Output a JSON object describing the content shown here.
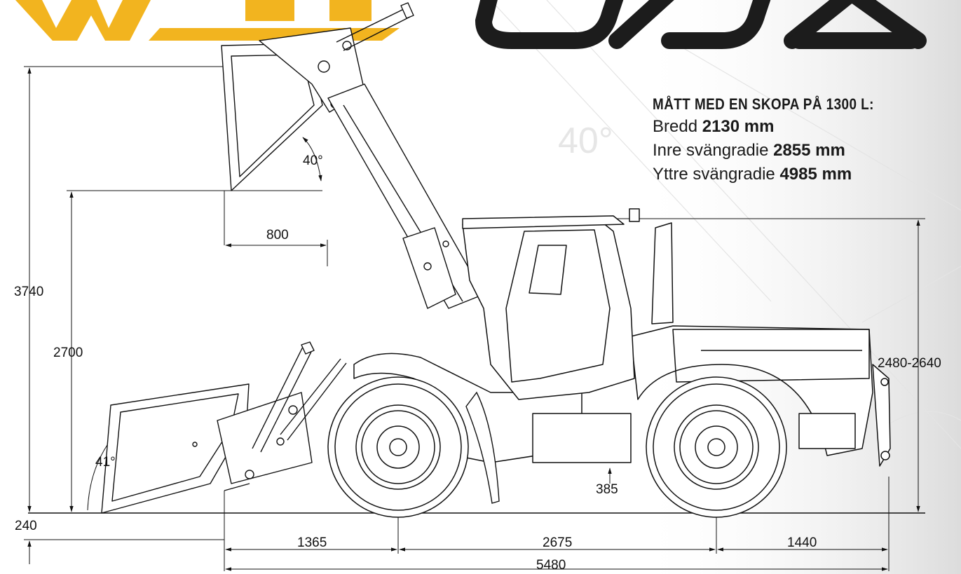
{
  "colors": {
    "brand_yellow": "#f2b41f",
    "brand_dark": "#1c1c1c",
    "line": "#111111"
  },
  "dimensions": {
    "overall_height": "3740",
    "hinge_height": "2700",
    "reach": "800",
    "dump_angle": "40°",
    "rollback_angle": "41°",
    "dig_depth": "240",
    "cab_height": "2480-2640",
    "ground_clearance": "385",
    "front_overhang": "1365",
    "wheelbase": "2675",
    "rear_overhang": "1440",
    "overall_length": "5480"
  },
  "watermark": {
    "angle": "40°"
  },
  "specs": {
    "title": "MÅTT MED EN SKOPA PÅ 1300 L:",
    "rows": [
      {
        "label": "Bredd ",
        "value": "2130 mm"
      },
      {
        "label": "Inre svängradie ",
        "value": "2855 mm"
      },
      {
        "label": "Yttre svängradie ",
        "value": "4985 mm"
      }
    ]
  }
}
